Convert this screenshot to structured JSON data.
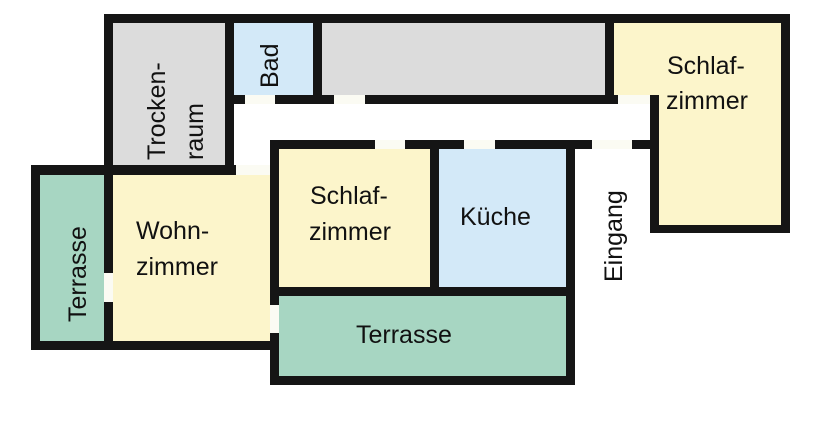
{
  "colors": {
    "wall": "#151515",
    "gray": "#dcdcdc",
    "blue": "#d3e9f8",
    "yellow": "#fcf5cb",
    "green": "#a7d6c2",
    "door": "#fbfbf3"
  },
  "rooms": {
    "trockenraum": [
      "Trocken-",
      "raum"
    ],
    "bad": "Bad",
    "storage": "",
    "schlafzimmer_right": [
      "Schlaf-",
      "zimmer"
    ],
    "terrasse_left": "Terrasse",
    "wohnzimmer": [
      "Wohn-",
      "zimmer"
    ],
    "schlafzimmer_mid": [
      "Schlaf-",
      "zimmer"
    ],
    "kueche": "Küche",
    "terrasse_bottom": "Terrasse",
    "eingang": "Eingang"
  }
}
